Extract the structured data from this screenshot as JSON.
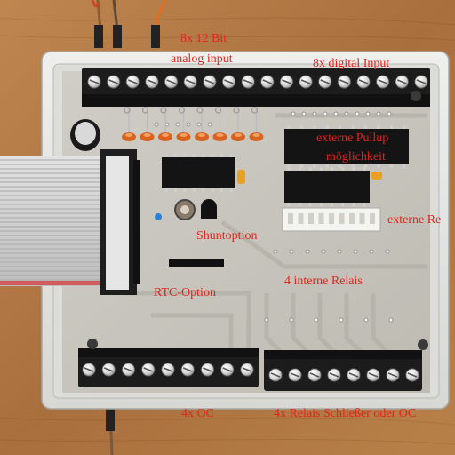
{
  "colors": {
    "background": "#b57a45",
    "enclosure": "#e8e8e6",
    "pcb": "#c9c7bf",
    "terminal_block": "#1c1c1c",
    "ribbon": "#cfcfcf",
    "label": "#e1241e"
  },
  "labels": {
    "analog_1": "8x 12 Bit",
    "analog_2": "analog input",
    "digital": "8x digital Input",
    "pullup_1": "externe Pullup",
    "pullup_2": "möglichkeit",
    "external_relay": "externe Re",
    "shunt": "Shuntoption",
    "rtc": "RTC-Option",
    "internal_relays": "4 interne Relais",
    "oc": "4x OC",
    "relay_contacts": "4x Relais Schließer oder OC"
  },
  "terminal_blocks": [
    {
      "name": "top",
      "screws": 18
    },
    {
      "name": "bottom-left",
      "screws": 9
    },
    {
      "name": "bottom-right",
      "screws": 8
    }
  ],
  "leds": 8,
  "ribbon_wires": 28
}
